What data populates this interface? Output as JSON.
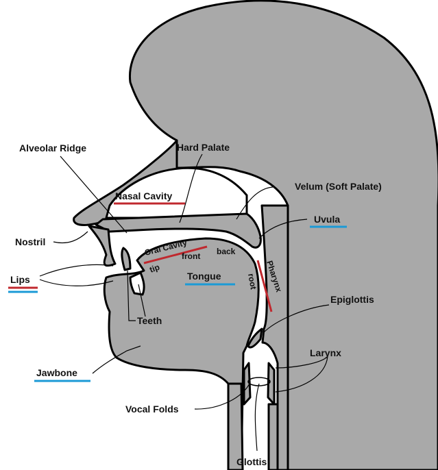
{
  "labels": {
    "alveolar_ridge": "Alveolar Ridge",
    "hard_palate": "Hard Palate",
    "nasal_cavity": "Nasal Cavity",
    "velum": "Velum (Soft Palate)",
    "uvula": "Uvula",
    "nostril": "Nostril",
    "oral_cavity": "Oral Cavity",
    "front": "front",
    "back": "back",
    "tip": "tip",
    "tongue": "Tongue",
    "root": "root",
    "pharynx": "Pharynx",
    "lips": "Lips",
    "teeth": "Teeth",
    "epiglottis": "Epiglottis",
    "jawbone": "Jawbone",
    "larynx": "Larynx",
    "vocal_folds": "Vocal Folds",
    "glottis": "Glottis"
  },
  "colors": {
    "fill": "#a9a9a9",
    "outline": "#000000",
    "red_underline": "#c0282e",
    "blue_underline": "#1b9ad6"
  }
}
